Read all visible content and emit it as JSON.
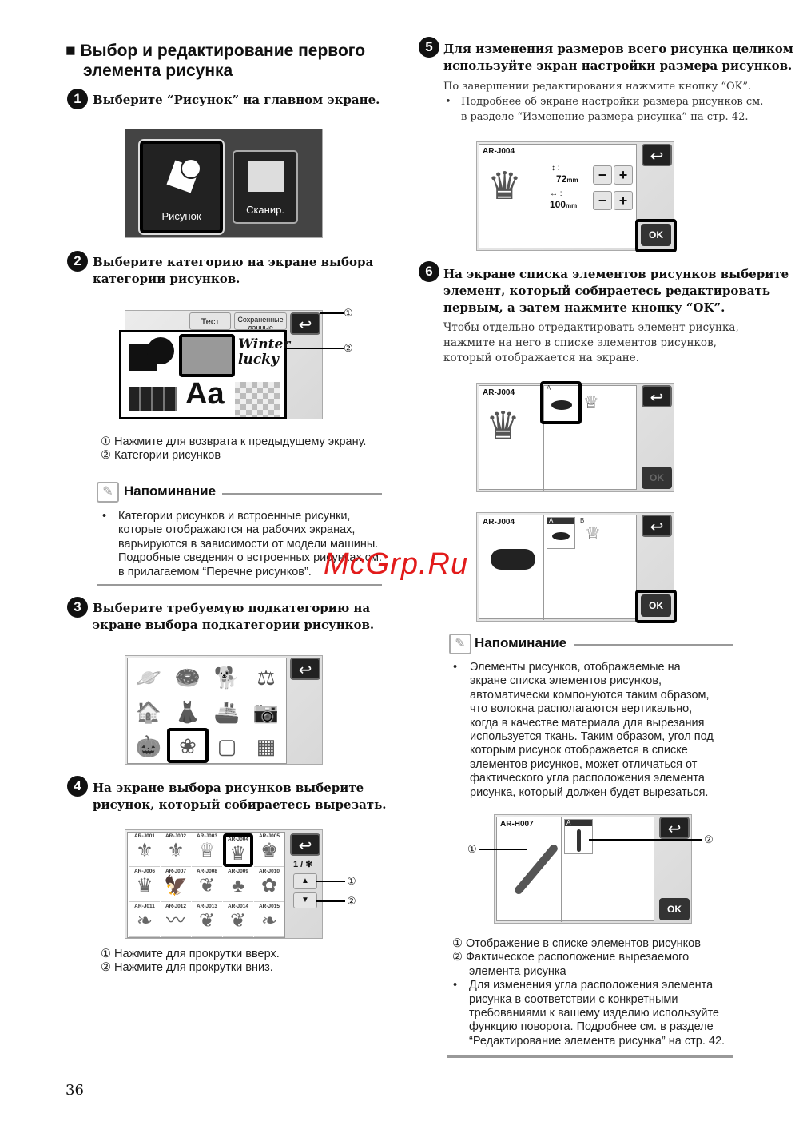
{
  "left": {
    "section_title_1": "■ Выбор и редактирование первого",
    "section_title_2": "элемента рисунка",
    "step1": {
      "num": "1",
      "text": "Выберите “Рисунок” на главном экране.",
      "btn_pattern": "Рисунок",
      "btn_scan": "Сканир."
    },
    "step2": {
      "num": "2",
      "text_1": "Выберите категорию на экране выбора",
      "text_2": "категории рисунков.",
      "tab_test": "Тест",
      "tab_saved": "Сохраненные данные",
      "sample_text_1": "Winter",
      "sample_text_2": "lucky",
      "sample_aa": "Aa",
      "callout_1": "①",
      "callout_2": "②",
      "notes": [
        {
          "marker": "①",
          "text": "Нажмите для возврата к предыдущему экрану."
        },
        {
          "marker": "②",
          "text": "Категории рисунков"
        }
      ]
    },
    "memo1": {
      "title": "Напоминание",
      "lines": [
        "Категории рисунков и встроенные рисунки,",
        "которые отображаются на рабочих экранах,",
        "варьируются в зависимости от модели машины.",
        "Подробные сведения о встроенных рисунках см.",
        "в прилагаемом “Перечне рисунков”."
      ]
    },
    "step3": {
      "num": "3",
      "text_1": "Выберите требуемую подкатегорию на",
      "text_2": "экране выбора подкатегории рисунков."
    },
    "step4": {
      "num": "4",
      "text_1": "На экране выбора рисунков выберите",
      "text_2": "рисунок, который собираетесь вырезать.",
      "patterns": [
        "AR-J001",
        "AR-J002",
        "AR-J003",
        "AR-J004",
        "AR-J005",
        "AR-J006",
        "AR-J007",
        "AR-J008",
        "AR-J009",
        "AR-J010",
        "AR-J011",
        "AR-J012",
        "AR-J013",
        "AR-J014",
        "AR-J015"
      ],
      "page": "1 / ✻",
      "callout_1": "①",
      "callout_2": "②",
      "notes": [
        {
          "marker": "①",
          "text": "Нажмите для прокрутки вверх."
        },
        {
          "marker": "②",
          "text": "Нажмите для прокрутки вниз."
        }
      ]
    },
    "page_number": "36"
  },
  "right": {
    "step5": {
      "num": "5",
      "text_1": "Для изменения размеров всего рисунка целиком",
      "text_2": "используйте экран настройки размера рисунков.",
      "body": "По завершении редактирования нажмите кнопку “OK”.",
      "bullet_1": "Подробнее об экране настройки размера рисунков см.",
      "bullet_2": "в разделе “Изменение размера рисунка” на стр. 42.",
      "screen": {
        "pattern": "AR-J004",
        "height_label": "↕ :",
        "height": "72",
        "width_label": "↔ :",
        "width": "100",
        "unit": "mm",
        "minus": "−",
        "plus": "+",
        "ok": "OK"
      }
    },
    "step6": {
      "num": "6",
      "text_1": "На экране списка элементов рисунков выберите",
      "text_2": "элемент, который собираетесь редактировать",
      "text_3": "первым, а затем нажмите кнопку “OK”.",
      "body": [
        "Чтобы отдельно отредактировать элемент рисунка,",
        "нажмите на него в списке элементов рисунков,",
        "который отображается на экране."
      ],
      "screen_a": {
        "pattern": "AR-J004",
        "el_a": "A",
        "ok": "OK"
      },
      "screen_b": {
        "pattern": "AR-J004",
        "el_a": "A",
        "el_b": "B",
        "ok": "OK"
      }
    },
    "memo2": {
      "title": "Напоминание",
      "lines": [
        "Элементы рисунков, отображаемые на",
        "экране списка элементов рисунков,",
        "автоматически компонуются таким образом,",
        "что волокна располагаются вертикально,",
        "когда в качестве материала для вырезания",
        "используется ткань. Таким образом, угол под",
        "которым рисунок отображается в списке",
        "элементов рисунков, может отличаться от",
        "фактического угла расположения элемента",
        "рисунка, который должен будет вырезаться."
      ],
      "screen": {
        "pattern": "AR-H007",
        "el_a": "A",
        "ok": "OK",
        "callout_1": "①",
        "callout_2": "②"
      },
      "notes": [
        {
          "marker": "①",
          "text": "Отображение в списке элементов рисунков"
        },
        {
          "marker": "②",
          "text": "Фактическое расположение вырезаемого"
        }
      ],
      "note2_cont": "элемента рисунка",
      "bullet": [
        "Для изменения угла расположения элемента",
        "рисунка в соответствии с конкретными",
        "требованиями к вашему изделию используйте",
        "функцию поворота. Подробнее см. в разделе",
        "“Редактирование элемента рисунка” на стр. 42."
      ]
    }
  },
  "watermark": "McGrp.Ru"
}
